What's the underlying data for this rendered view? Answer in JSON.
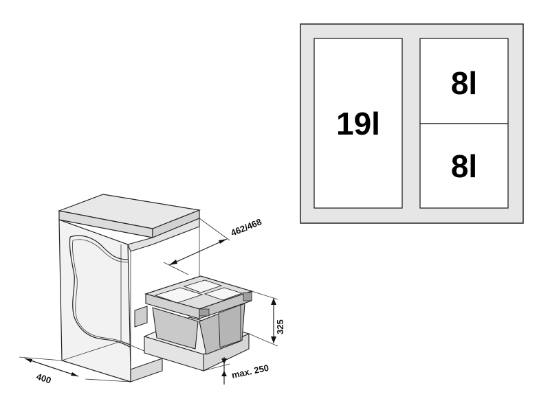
{
  "plan_view": {
    "compartments": [
      {
        "label": "19l"
      },
      {
        "label": "8l"
      },
      {
        "label": "8l"
      }
    ]
  },
  "dimensions": {
    "cabinet_depth": "462/468",
    "cabinet_width": "400",
    "height": "325",
    "max_drop": "max. 250"
  },
  "colors": {
    "frame_fill": "#e6e6e6",
    "bin_fill": "#c9c9c9",
    "outline": "#222222",
    "cabinet_fill": "#ededed"
  }
}
